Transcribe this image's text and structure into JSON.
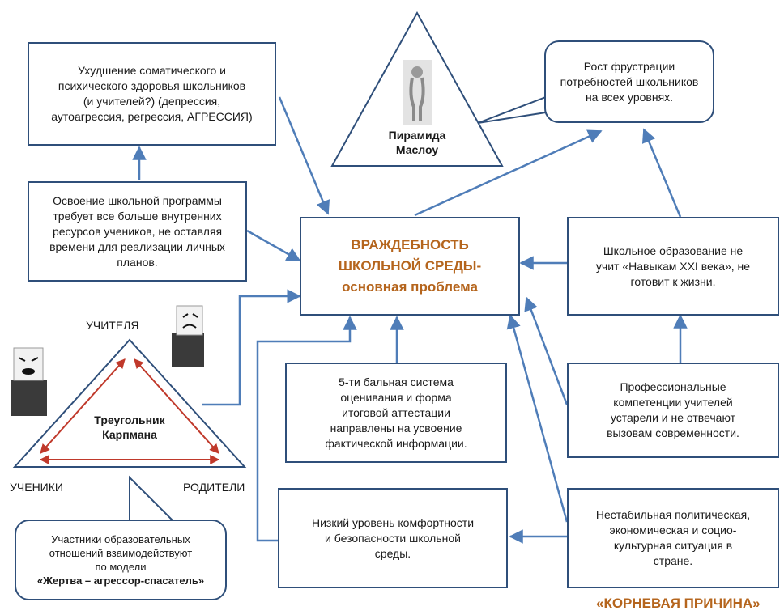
{
  "central": "ВРАЖДЕБНОСТЬ\nШКОЛЬНОЙ СРЕДЫ-\nосновная проблема",
  "health_box": "Ухудшение соматического и\nпсихического здоровья школьников\n(и учителей?) (депрессия,\nаутоагрессия, регрессия, АГРЕССИЯ)",
  "program_box": "Освоение школьной программы\nтребует все больше внутренних\nресурсов учеников, не оставляя\nвремени для реализации личных\nпланов.",
  "frustration_box": "Рост фрустрации\nпотребностей школьников\nна всех уровнях.",
  "skills_box": "Школьное образование не\nучит «Навыкам XXI века», не\nготовит к жизни.",
  "grading_box": "5-ти бальная система\nоценивания и форма\nитоговой аттестации\nнаправлены на усвоение\nфактической информации.",
  "teachers_box": "Профессиональные\nкомпетенции учителей\nустарели и не отвечают\nвызовам современности.",
  "comfort_box": "Низкий уровень комфортности\nи безопасности школьной\nсреды.",
  "political_box": "Нестабильная политическая,\nэкономическая и социо-\nкультурная ситуация в\nстране.",
  "participants_box_text": "Участники образовательных\nотношений взаимодействуют\nпо модели",
  "participants_box_bold": "«Жертва – агрессор-спасатель»",
  "maslow_title": "Пирамида\nМаслоу",
  "karpman_title": "Треугольник\nКарпмана",
  "label_teachers": "УЧИТЕЛЯ",
  "label_students": "УЧЕНИКИ",
  "label_parents": "РОДИТЕЛИ",
  "root_cause": "«КОРНЕВАЯ ПРИЧИНА»",
  "colors": {
    "arrow": "#4f7db8",
    "border": "#2f4f7a",
    "karpman": "#c0392b",
    "accent": "#b5651d"
  }
}
